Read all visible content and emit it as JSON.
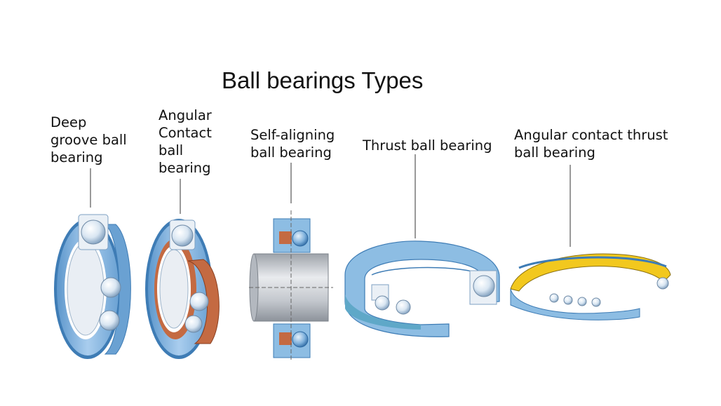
{
  "title": "Ball bearings Types",
  "bearings": [
    {
      "name": "deep-groove-ball-bearing",
      "lines": [
        "Deep",
        "groove ball",
        "bearing"
      ]
    },
    {
      "name": "angular-contact-ball-bearing",
      "lines": [
        "Angular",
        "Contact",
        "ball",
        "bearing"
      ]
    },
    {
      "name": "self-aligning-ball-bearing",
      "lines": [
        "Self-aligning",
        "ball bearing"
      ]
    },
    {
      "name": "thrust-ball-bearing",
      "lines": [
        "Thrust ball bearing"
      ]
    },
    {
      "name": "angular-contact-thrust-ball-bearing",
      "lines": [
        "Angular contact thrust",
        "ball bearing"
      ]
    }
  ],
  "colors": {
    "ring_blue": "#8dbde3",
    "ring_dark": "#3e7cb5",
    "cage_copper": "#c46a42",
    "cage_yellow": "#f2c81e",
    "shaft_gray": "#c8cbd0",
    "ball_white": "#eef4fa"
  }
}
